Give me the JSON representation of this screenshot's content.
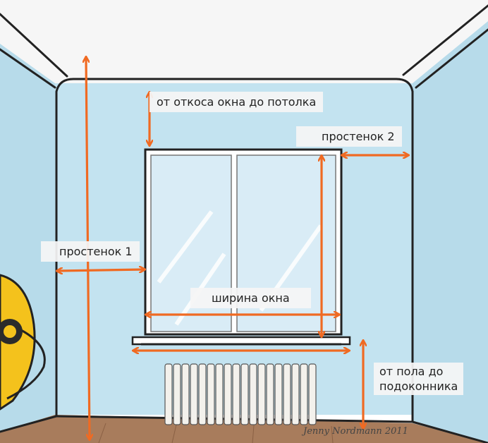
{
  "labels": {
    "window_to_ceiling": "от откоса окна до потолка",
    "pier_2": "простенок 2",
    "pier_1": "простенок 1",
    "window_width": "ширина окна",
    "floor_to_sill": "от пола до\nподоконника"
  },
  "signature": "Jenny Nordmann 2011",
  "colors": {
    "wall": "#bfe0ee",
    "ceiling": "#f6f6f6",
    "floor": "#a87c5c",
    "arrow": "#f06a22",
    "outline": "#222222",
    "window_frame": "#ffffff",
    "glass": "#dbedf7",
    "radiator": "#f3f1ec",
    "tape_measure": "#f4c21c"
  }
}
